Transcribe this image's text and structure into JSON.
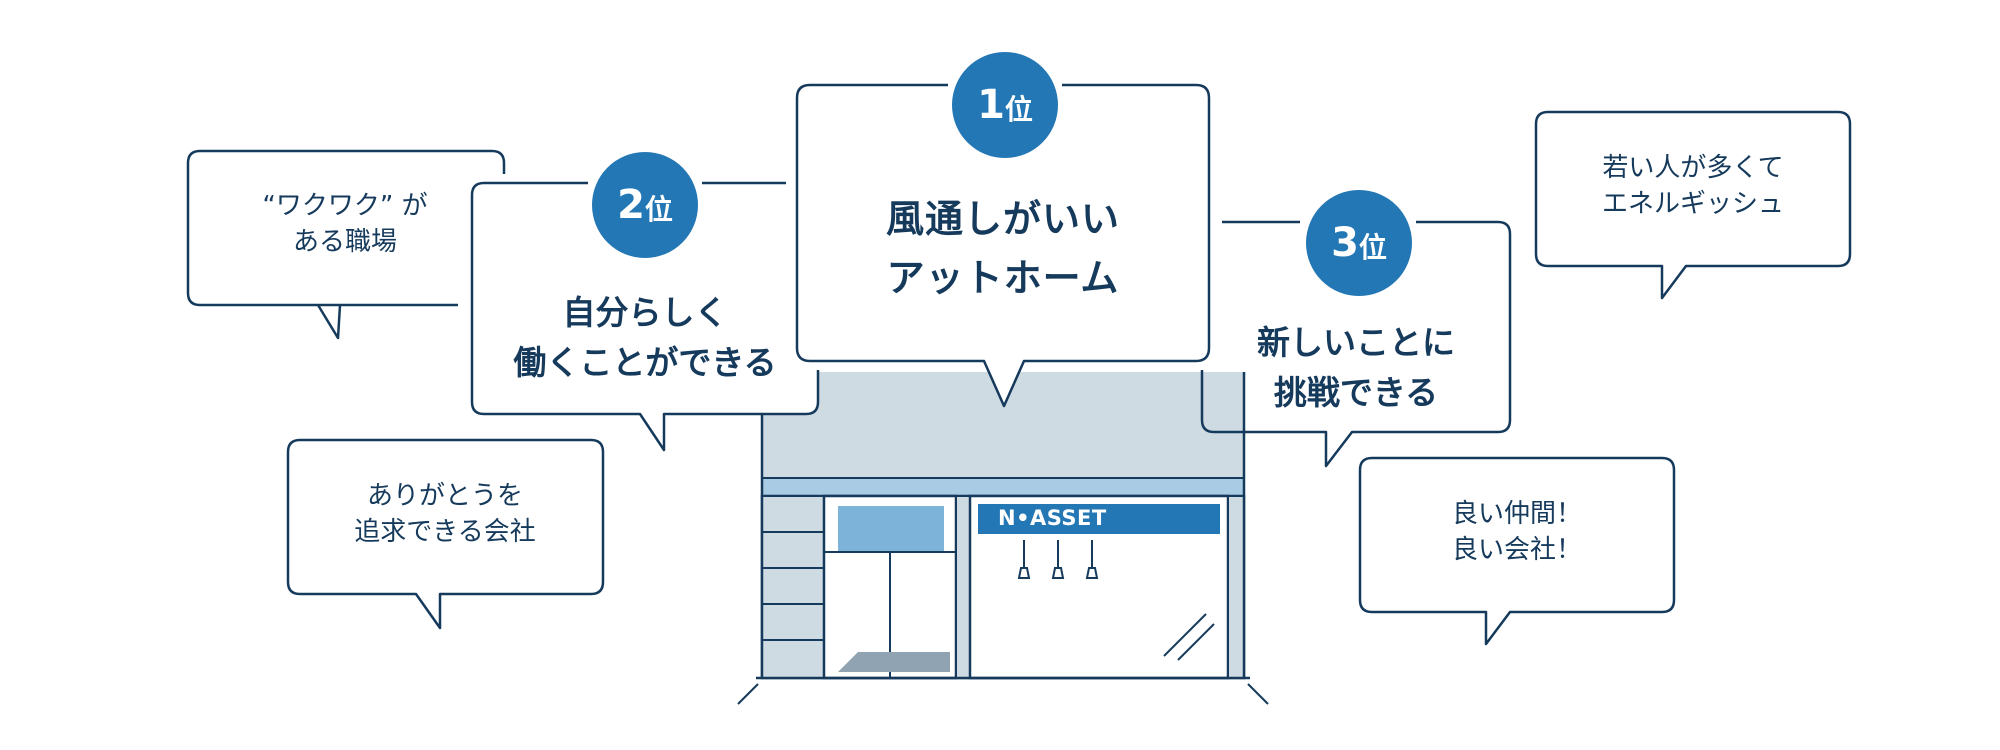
{
  "colors": {
    "outline": "#163a5c",
    "accent": "#2477b5",
    "store_gray": "#cfdbe3",
    "store_blue": "#7db3d8",
    "floor": "#8fa3b2"
  },
  "ranks": [
    {
      "number": "1",
      "unit": "位",
      "text": "風通しがいい\nアットホーム"
    },
    {
      "number": "2",
      "unit": "位",
      "text": "自分らしく\n働くことができる"
    },
    {
      "number": "3",
      "unit": "位",
      "text": "新しいことに\n挑戦できる"
    }
  ],
  "comments": [
    {
      "text": "“ワクワク” が\nある職場"
    },
    {
      "text": "ありがとうを\n追求できる会社"
    },
    {
      "text": "若い人が多くて\nエネルギッシュ"
    },
    {
      "text": "良い仲間！\n良い会社！"
    }
  ],
  "store": {
    "logo_text": "N•ASSET",
    "logo_icon": "n-asset-logo"
  }
}
